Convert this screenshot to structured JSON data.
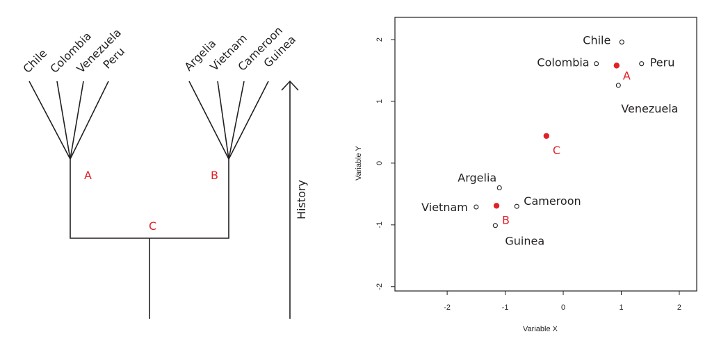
{
  "tree": {
    "group_a_tips": [
      "Chile",
      "Colombia",
      "Venezuela",
      "Peru"
    ],
    "group_b_tips": [
      "Argelia",
      "Vietnam",
      "Cameroon",
      "Guinea"
    ],
    "node_labels": {
      "a": "A",
      "b": "B",
      "c": "C"
    },
    "axis_label": "History"
  },
  "colors": {
    "ink": "#231f20",
    "ancestor": "#e0212a"
  },
  "chart_data": {
    "type": "scatter",
    "xlabel": "Variable X",
    "ylabel": "Variable Y",
    "xlim": [
      -2.9,
      2.3
    ],
    "ylim": [
      -2.07,
      2.36
    ],
    "xticks": [
      -2,
      -1,
      0,
      1,
      2
    ],
    "yticks": [
      -2,
      -1,
      0,
      1,
      2
    ],
    "grid": false,
    "points": [
      {
        "label": "Chile",
        "x": 1.01,
        "y": 1.96,
        "kind": "observed"
      },
      {
        "label": "Colombia",
        "x": 0.57,
        "y": 1.61,
        "kind": "observed"
      },
      {
        "label": "Peru",
        "x": 1.35,
        "y": 1.61,
        "kind": "observed"
      },
      {
        "label": "Venezuela",
        "x": 0.95,
        "y": 1.26,
        "kind": "observed"
      },
      {
        "label": "A",
        "x": 0.92,
        "y": 1.58,
        "kind": "ancestor"
      },
      {
        "label": "C",
        "x": -0.29,
        "y": 0.44,
        "kind": "ancestor"
      },
      {
        "label": "Argelia",
        "x": -1.1,
        "y": -0.4,
        "kind": "observed"
      },
      {
        "label": "Vietnam",
        "x": -1.5,
        "y": -0.71,
        "kind": "observed"
      },
      {
        "label": "B",
        "x": -1.15,
        "y": -0.69,
        "kind": "ancestor"
      },
      {
        "label": "Cameroon",
        "x": -0.8,
        "y": -0.7,
        "kind": "observed"
      },
      {
        "label": "Guinea",
        "x": -1.17,
        "y": -1.01,
        "kind": "observed"
      }
    ]
  }
}
